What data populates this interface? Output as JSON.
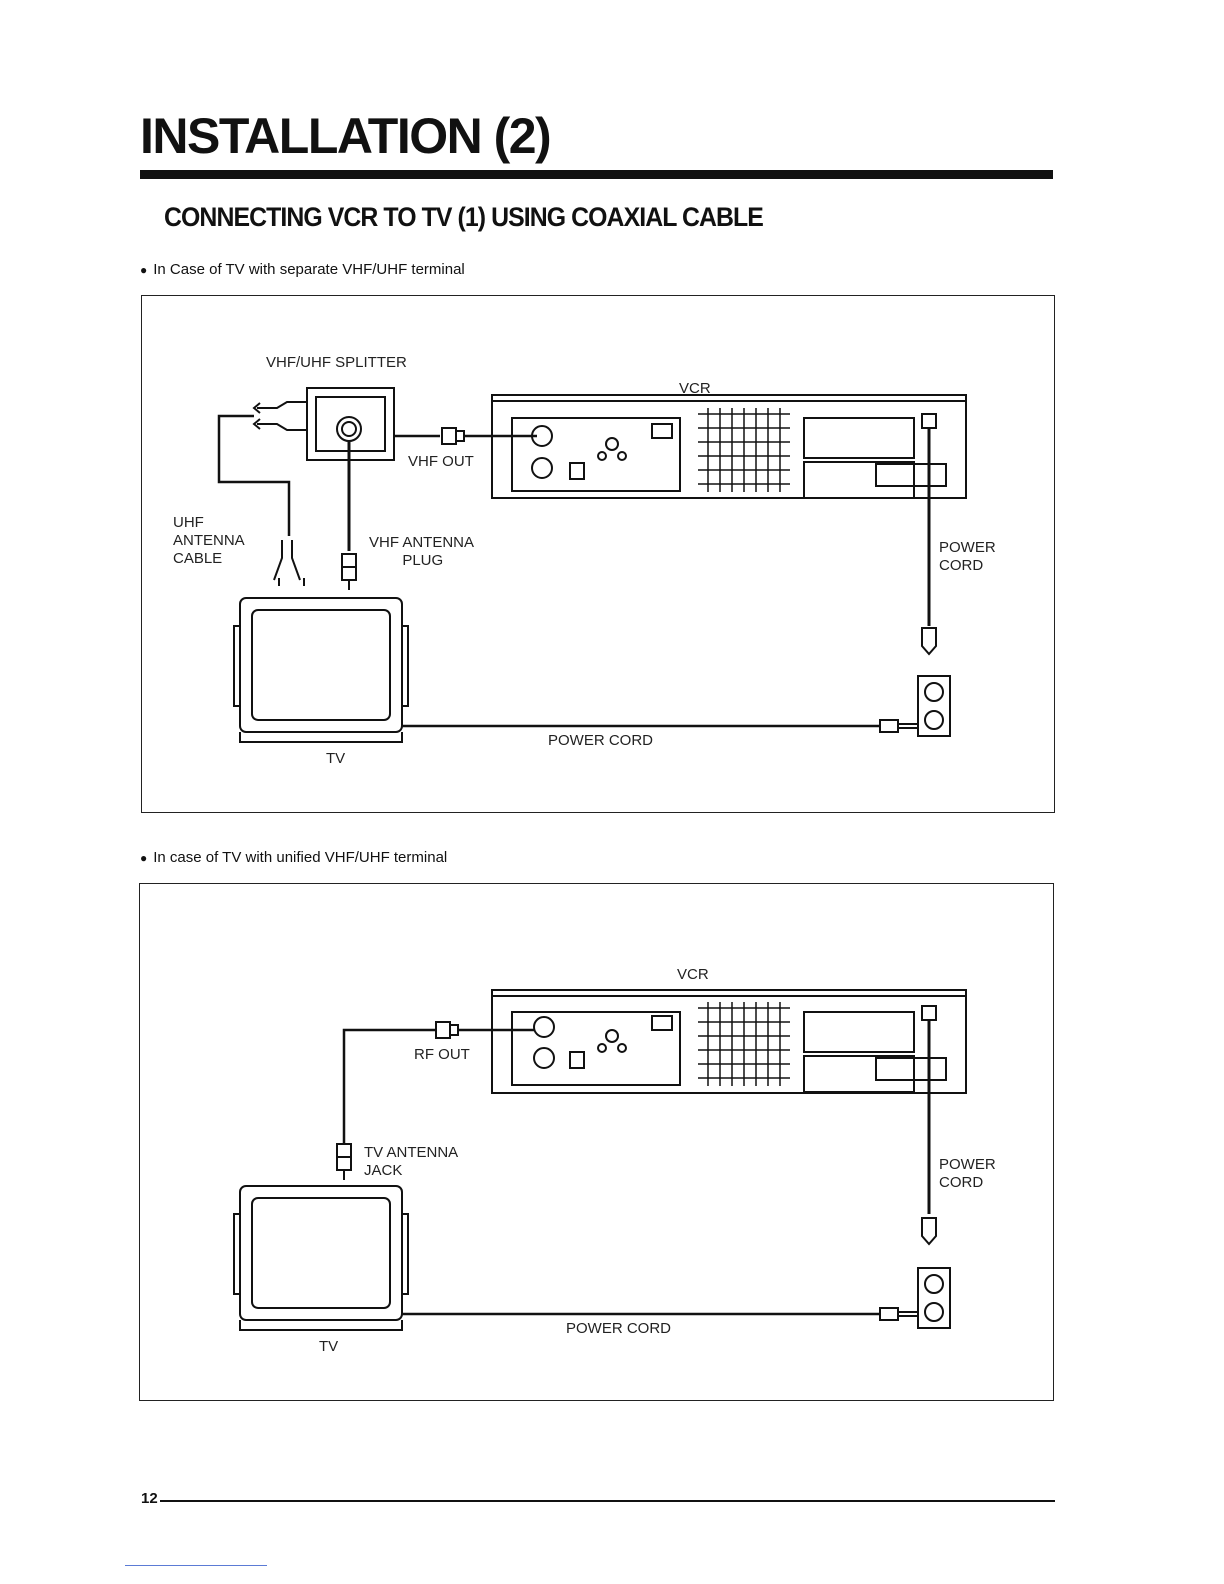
{
  "header": {
    "title": "INSTALLATION (2)",
    "subtitle": "CONNECTING VCR TO TV (1) USING COAXIAL CABLE"
  },
  "section1": {
    "bullet": "In Case of TV with separate VHF/UHF terminal",
    "labels": {
      "splitter": "VHF/UHF SPLITTER",
      "vcr": "VCR",
      "vhf_out": "VHF OUT",
      "uhf_cable": "UHF\nANTENNA\nCABLE",
      "vhf_plug": "VHF ANTENNA\n        PLUG",
      "power_cord_right": "POWER\nCORD",
      "power_cord_bottom": "POWER CORD",
      "tv": "TV"
    }
  },
  "section2": {
    "bullet": "In case of TV with unified VHF/UHF terminal",
    "labels": {
      "vcr": "VCR",
      "rf_out": "RF OUT",
      "tv_jack": "TV ANTENNA\nJACK",
      "power_cord_right": "POWER\nCORD",
      "power_cord_bottom": "POWER CORD",
      "tv": "TV"
    }
  },
  "footer": {
    "page_number": "12"
  }
}
